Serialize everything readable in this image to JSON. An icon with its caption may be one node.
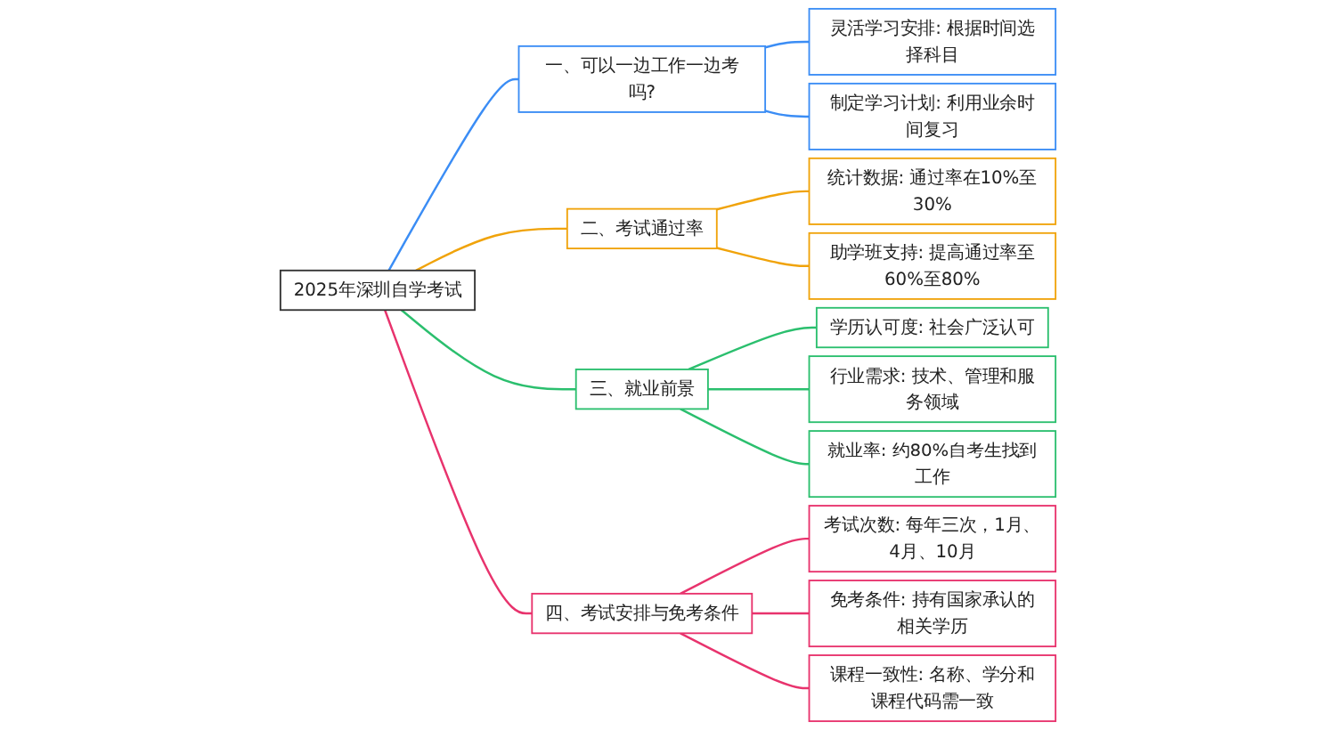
{
  "diagram": {
    "nodes": [
      {
        "text": [
          "2025年深圳自学考试"
        ]
      },
      {
        "text": [
          "一、可以一边工作一边考吗?"
        ]
      },
      {
        "text": [
          "灵活学习安排: 根据时间选择科目"
        ]
      },
      {
        "text": [
          "制定学习计划: 利用业余时间复习"
        ]
      },
      {
        "text": [
          "二、考试通过率"
        ]
      },
      {
        "text": [
          "统计数据: 通过率在10%至30%"
        ]
      },
      {
        "text": [
          "助学班支持: 提高通过率至60%至80%"
        ]
      },
      {
        "text": [
          "三、就业前景"
        ]
      },
      {
        "text": [
          "学历认可度: 社会广泛认可"
        ]
      },
      {
        "text": [
          "行业需求: 技术、管理和服务领域"
        ]
      },
      {
        "text": [
          "就业率: 约80%自考生找到工作"
        ]
      },
      {
        "text": [
          "四、考试安排与免考条件"
        ]
      },
      {
        "text": [
          "考试次数: 每年三次，1月、4月、10月"
        ]
      },
      {
        "text": [
          "免考条件: 持有国家承认的相关学历"
        ]
      },
      {
        "text": [
          "课程一致性: 名称、学分和课程代码需一致"
        ]
      }
    ],
    "edges": [
      {
        "from": 0,
        "to": 1,
        "arrow": "none",
        "color": "#3b8df5"
      },
      {
        "from": 1,
        "to": 2,
        "arrow": "none",
        "color": "#3b8df5"
      },
      {
        "from": 1,
        "to": 3,
        "arrow": "none",
        "color": "#3b8df5"
      },
      {
        "from": 0,
        "to": 4,
        "arrow": "none",
        "color": "#f0a30a"
      },
      {
        "from": 4,
        "to": 5,
        "arrow": "none",
        "color": "#f0a30a"
      },
      {
        "from": 4,
        "to": 6,
        "arrow": "none",
        "color": "#f0a30a"
      },
      {
        "from": 0,
        "to": 7,
        "arrow": "none",
        "color": "#2bbf6e"
      },
      {
        "from": 7,
        "to": 8,
        "arrow": "none",
        "color": "#2bbf6e"
      },
      {
        "from": 7,
        "to": 9,
        "arrow": "none",
        "color": "#2bbf6e"
      },
      {
        "from": 7,
        "to": 10,
        "arrow": "none",
        "color": "#2bbf6e"
      },
      {
        "from": 0,
        "to": 11,
        "arrow": "none",
        "color": "#e8336d"
      },
      {
        "from": 11,
        "to": 12,
        "arrow": "none",
        "color": "#e8336d"
      },
      {
        "from": 11,
        "to": 13,
        "arrow": "none",
        "color": "#e8336d"
      },
      {
        "from": 11,
        "to": 14,
        "arrow": "none",
        "color": "#e8336d"
      }
    ]
  }
}
